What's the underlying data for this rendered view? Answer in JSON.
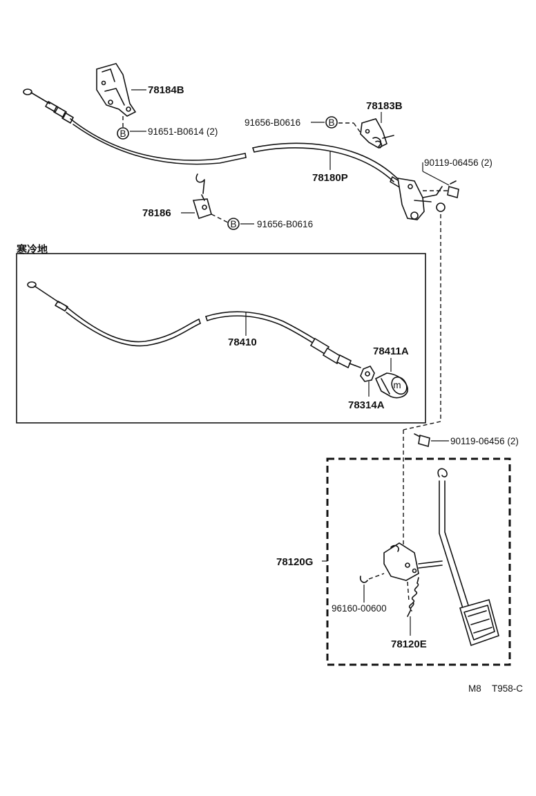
{
  "parts": {
    "bracket_top": "78184B",
    "bolt_b0614": "91651-B0614 (2)",
    "bolt_b0616_top": "91656-B0616",
    "bracket_right": "78183B",
    "screw_top": "90119-06456 (2)",
    "cable": "78180P",
    "clamp": "78186",
    "bolt_b0616_bottom": "91656-B0616",
    "cold_cable": "78410",
    "knob": "78411A",
    "nut": "78314A",
    "screw_bottom": "90119-06456 (2)",
    "pedal_assy": "78120G",
    "clip": "96160-00600",
    "spring": "78120E"
  },
  "b_marker": "B",
  "section_label": "寒冷地",
  "footer": {
    "code_a": "M8",
    "code_b": "T958-C"
  }
}
